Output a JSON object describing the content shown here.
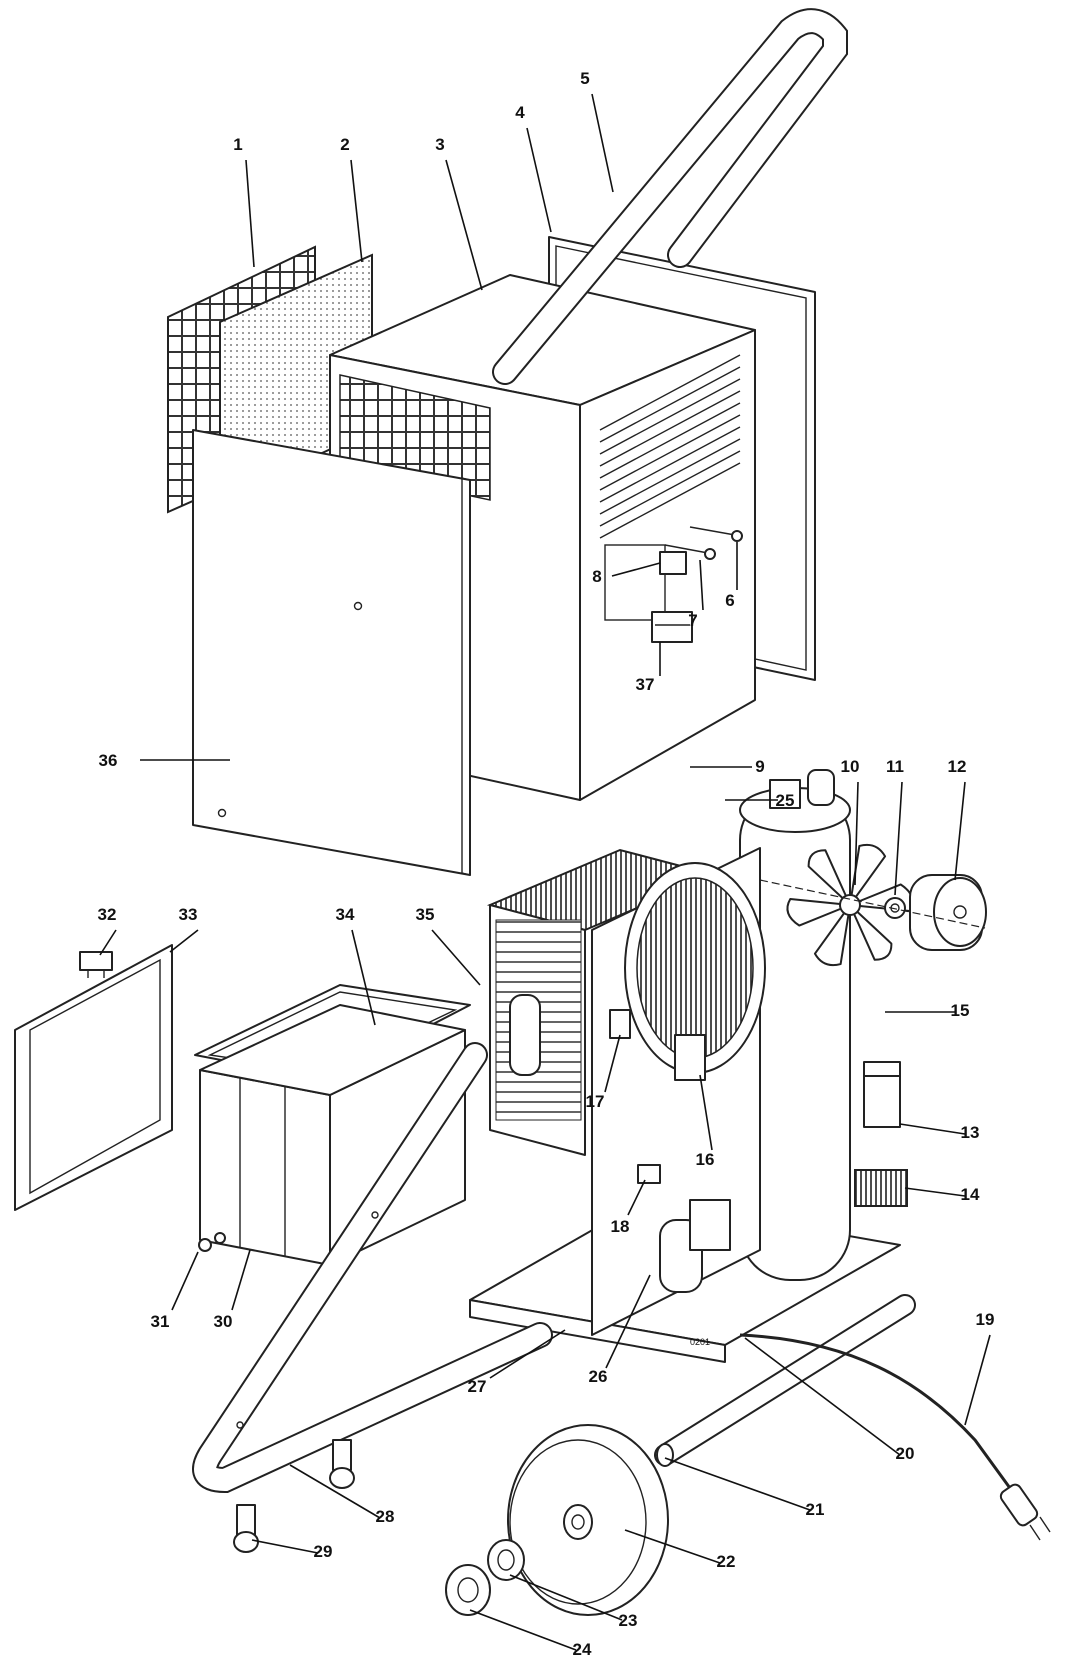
{
  "diagram": {
    "stamp_text": "0201",
    "callouts": [
      {
        "id": "c1",
        "label": "1"
      },
      {
        "id": "c2",
        "label": "2"
      },
      {
        "id": "c3",
        "label": "3"
      },
      {
        "id": "c4",
        "label": "4"
      },
      {
        "id": "c5",
        "label": "5"
      },
      {
        "id": "c6",
        "label": "6"
      },
      {
        "id": "c7",
        "label": "7"
      },
      {
        "id": "c8",
        "label": "8"
      },
      {
        "id": "c9",
        "label": "9"
      },
      {
        "id": "c10",
        "label": "10"
      },
      {
        "id": "c11",
        "label": "11"
      },
      {
        "id": "c12",
        "label": "12"
      },
      {
        "id": "c13",
        "label": "13"
      },
      {
        "id": "c14",
        "label": "14"
      },
      {
        "id": "c15",
        "label": "15"
      },
      {
        "id": "c16",
        "label": "16"
      },
      {
        "id": "c17",
        "label": "17"
      },
      {
        "id": "c18",
        "label": "18"
      },
      {
        "id": "c19",
        "label": "19"
      },
      {
        "id": "c20",
        "label": "20"
      },
      {
        "id": "c21",
        "label": "21"
      },
      {
        "id": "c22",
        "label": "22"
      },
      {
        "id": "c23",
        "label": "23"
      },
      {
        "id": "c24",
        "label": "24"
      },
      {
        "id": "c25",
        "label": "25"
      },
      {
        "id": "c26",
        "label": "26"
      },
      {
        "id": "c27",
        "label": "27"
      },
      {
        "id": "c28",
        "label": "28"
      },
      {
        "id": "c29",
        "label": "29"
      },
      {
        "id": "c30",
        "label": "30"
      },
      {
        "id": "c31",
        "label": "31"
      },
      {
        "id": "c32",
        "label": "32"
      },
      {
        "id": "c33",
        "label": "33"
      },
      {
        "id": "c34",
        "label": "34"
      },
      {
        "id": "c35",
        "label": "35"
      },
      {
        "id": "c36",
        "label": "36"
      },
      {
        "id": "c37",
        "label": "37"
      }
    ]
  }
}
